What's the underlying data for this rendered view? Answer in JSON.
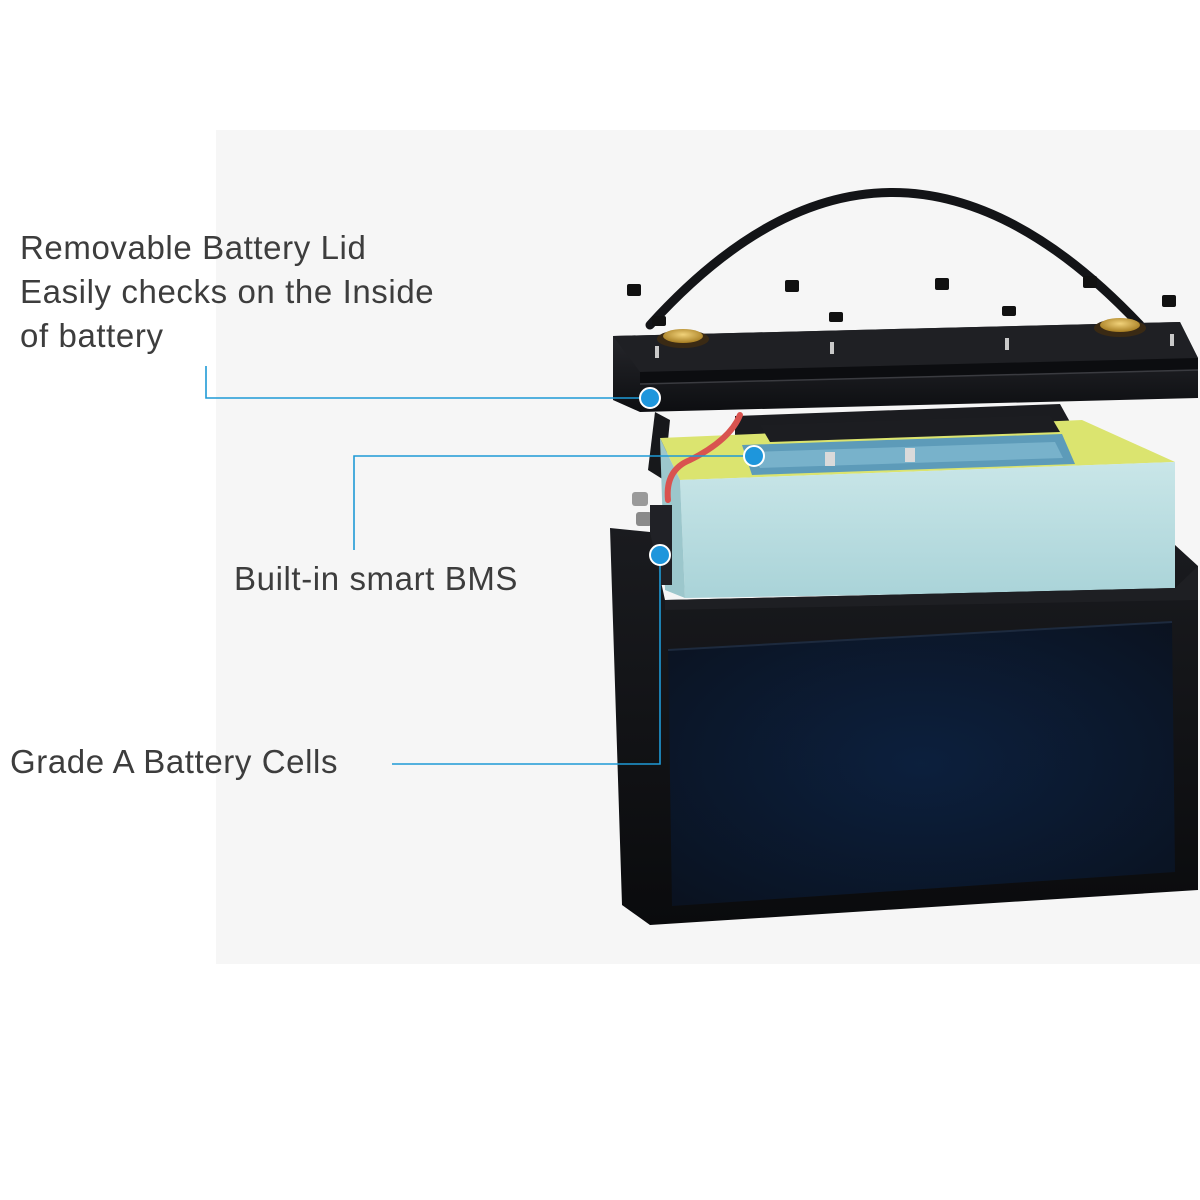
{
  "callouts": {
    "lid": {
      "line1": "Removable Battery Lid",
      "line2": "Easily checks on the Inside",
      "line3": "of battery"
    },
    "bms": {
      "label": "Built-in smart BMS"
    },
    "cells": {
      "label": "Grade A Battery Cells"
    }
  },
  "colors": {
    "callout_line": "#1f9ad6",
    "callout_dot": "#1e96dc",
    "case": "#101114",
    "cell_pack": "#b9dde0",
    "cell_top": "#d9e26a",
    "bms_board": "#6aa8c4",
    "terminal": "#c9a23a",
    "label_text": "#3d3d3d"
  },
  "icons": {
    "handle": "carry-handle-icon",
    "terminal": "battery-terminal-icon"
  }
}
